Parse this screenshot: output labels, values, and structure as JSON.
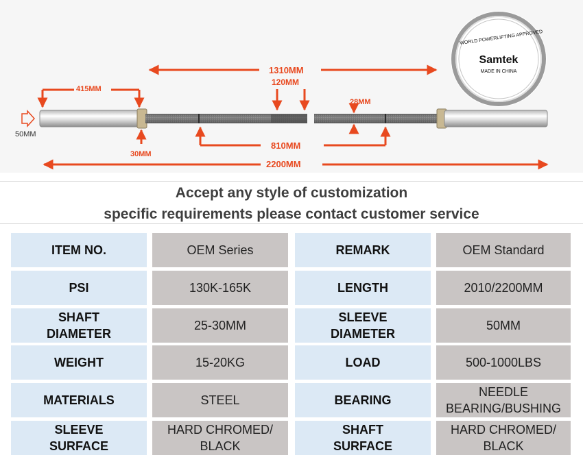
{
  "diagram": {
    "dims": {
      "overall_length": "1310MM",
      "grip_width": "120MM",
      "sleeve_length": "415MM",
      "shaft_diameter": "28MM",
      "sleeve_diameter": "50MM",
      "collar": "30MM",
      "knurl_span": "810MM",
      "total_length": "2200MM"
    },
    "logo": {
      "brand": "Samtek",
      "ring_text": "WORLD POWERLIFTING APPROVED",
      "made_in": "MADE IN CHINA"
    },
    "colors": {
      "accent": "#e8491f"
    }
  },
  "headline": {
    "line1": "Accept any style of customization",
    "line2": "specific requirements please contact customer service"
  },
  "specs": {
    "rows": [
      {
        "k1": [
          "ITEM NO."
        ],
        "v1": [
          "OEM Series"
        ],
        "k2": [
          "REMARK"
        ],
        "v2": [
          "OEM Standard"
        ]
      },
      {
        "k1": [
          "PSI"
        ],
        "v1": [
          "130K-165K"
        ],
        "k2": [
          "LENGTH"
        ],
        "v2": [
          "2010/2200MM"
        ]
      },
      {
        "k1": [
          "SHAFT",
          "DIAMETER"
        ],
        "v1": [
          "25-30MM"
        ],
        "k2": [
          "SLEEVE",
          "DIAMETER"
        ],
        "v2": [
          "50MM"
        ]
      },
      {
        "k1": [
          "WEIGHT"
        ],
        "v1": [
          "15-20KG"
        ],
        "k2": [
          "LOAD"
        ],
        "v2": [
          "500-1000LBS"
        ]
      },
      {
        "k1": [
          "MATERIALS"
        ],
        "v1": [
          "STEEL"
        ],
        "k2": [
          "BEARING"
        ],
        "v2": [
          "NEEDLE",
          "BEARING/BUSHING"
        ]
      },
      {
        "k1": [
          "SLEEVE",
          "SURFACE"
        ],
        "v1": [
          "HARD CHROMED/",
          "BLACK"
        ],
        "k2": [
          "SHAFT",
          "SURFACE"
        ],
        "v2": [
          "HARD CHROMED/",
          "BLACK"
        ]
      }
    ],
    "colors": {
      "key_bg": "#dce9f5",
      "value_bg": "#c9c5c4"
    }
  }
}
